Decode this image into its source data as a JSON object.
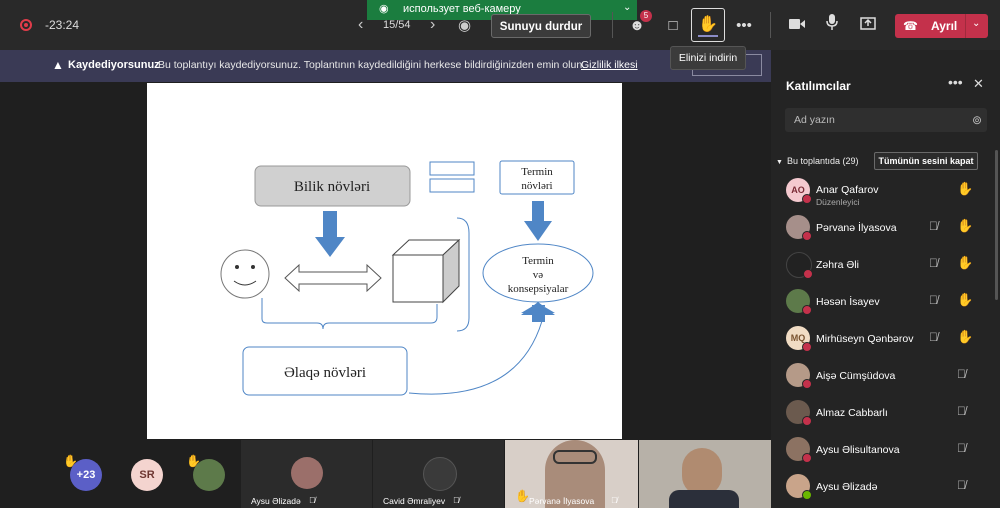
{
  "topbar": {
    "timer": "-23:24",
    "webcam_banner": "использует веб-камеру",
    "slide_counter": "15/54",
    "stop_presenting": "Sunuyu durdur",
    "people_badge": "5",
    "leave_label": "Ayrıl",
    "icons": [
      "record-icon",
      "webcam-icon",
      "prev-arrow-icon",
      "next-arrow-icon",
      "eye-icon",
      "participants-icon",
      "chat-icon",
      "raise-hand-icon",
      "more-icon",
      "camera-icon",
      "mic-icon",
      "share-icon",
      "phone-icon",
      "chevron-down-icon"
    ]
  },
  "recording": {
    "title": "Kaydediyorsunuz",
    "message": "Bu toplantıyı kaydediyorsunuz. Toplantının kaydedildiğini herkese bildirdiğinizden emin olun.",
    "link": "Gizlilik ilkesi"
  },
  "tooltip": "Elinizi indirin",
  "slide": {
    "box1": "Bilik növləri",
    "box2": "Termin növləri",
    "ellipse_l1": "Termin",
    "ellipse_l2": "və",
    "ellipse_l3": "konsepsiyalar",
    "box3": "Əlaqə növləri",
    "accent_blue": "#4f86c6"
  },
  "panel": {
    "title": "Katılımcılar",
    "search_placeholder": "Ad yazın",
    "section_label": "Bu toplantıda (29)",
    "mute_all": "Tümünün sesini kapat",
    "participants": [
      {
        "name": "Anar Qafarov",
        "role": "Düzenleyici",
        "initials": "AO",
        "muted": false,
        "hand": true
      },
      {
        "name": "Pərvanə İlyasova",
        "role": "",
        "initials": "",
        "muted": true,
        "hand": true
      },
      {
        "name": "Zəhra Əli",
        "role": "",
        "initials": "",
        "muted": true,
        "hand": true
      },
      {
        "name": "Həsən İsayev",
        "role": "",
        "initials": "",
        "muted": true,
        "hand": true
      },
      {
        "name": "Mirhüseyn Qənbərov",
        "role": "",
        "initials": "MQ",
        "muted": true,
        "hand": true
      },
      {
        "name": "Aişə Cümşüdova",
        "role": "",
        "initials": "",
        "muted": true,
        "hand": false
      },
      {
        "name": "Almaz Cabbarlı",
        "role": "",
        "initials": "",
        "muted": true,
        "hand": false
      },
      {
        "name": "Aysu Əlisultanova",
        "role": "",
        "initials": "",
        "muted": true,
        "hand": false
      },
      {
        "name": "Aysu Əlizadə",
        "role": "",
        "initials": "",
        "muted": true,
        "hand": false
      }
    ]
  },
  "bottom": {
    "overflow_count": "+23",
    "sr_initials": "SR",
    "tiles": [
      {
        "name": "Aysu Əlizadə"
      },
      {
        "name": "Cavid Əmraliyev"
      },
      {
        "name": "Pərvanə İlyasova"
      }
    ]
  }
}
